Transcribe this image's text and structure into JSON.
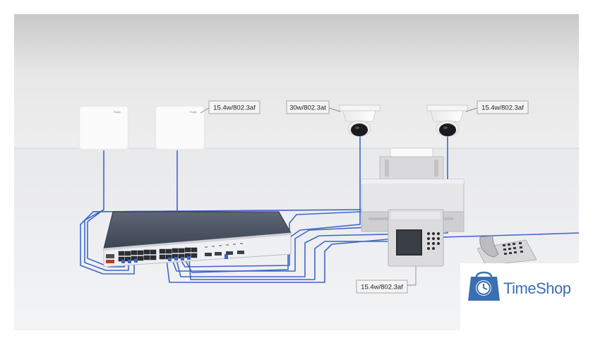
{
  "labels": {
    "ap2_power": "15.4w/802.3af",
    "camera1_power": "30w/802.3at",
    "camera2_power": "15.4w/802.3af",
    "terminal_power": "15.4w/802.3af"
  },
  "devices": {
    "ap_logo": "Ruijie"
  },
  "brand": {
    "name": "TimeShop"
  },
  "colors": {
    "cable": "#3f67c7",
    "brand_blue": "#3a6fb2"
  }
}
